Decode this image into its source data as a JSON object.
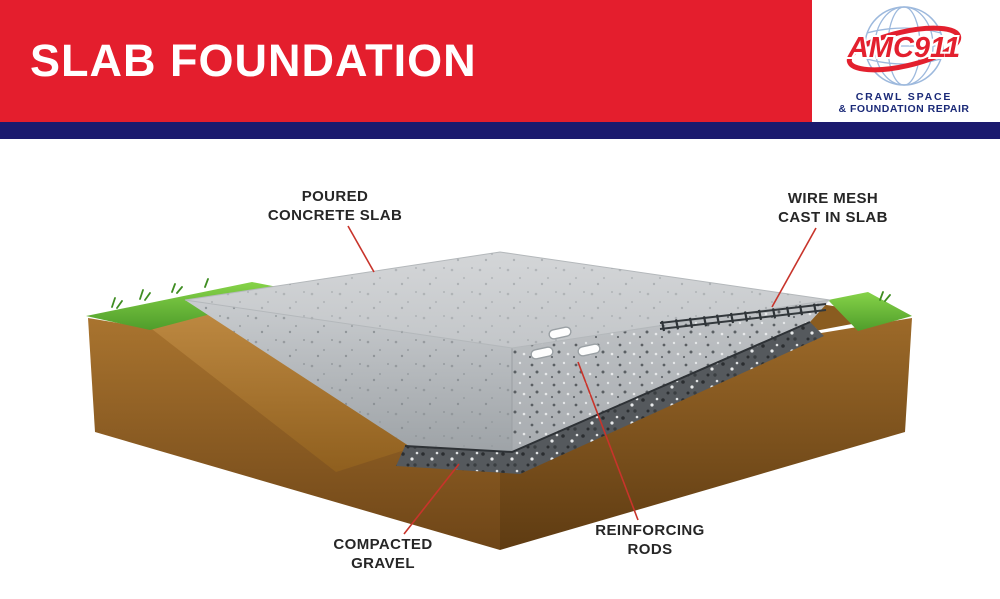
{
  "header": {
    "title": "SLAB FOUNDATION"
  },
  "logo": {
    "brand": "AMC911",
    "tagline_line1": "CRAWL SPACE",
    "tagline_line2": "& FOUNDATION REPAIR"
  },
  "labels": {
    "poured": {
      "line1": "POURED",
      "line2": "CONCRETE SLAB"
    },
    "wire_mesh": {
      "line1": "WIRE MESH",
      "line2": "CAST IN SLAB"
    },
    "gravel": {
      "line1": "COMPACTED",
      "line2": "GRAVEL"
    },
    "rods": {
      "line1": "REINFORCING",
      "line2": "RODS"
    }
  },
  "colors": {
    "banner_red": "#e41e2d",
    "divider_navy": "#1b1a6e",
    "leader_red": "#c8342b",
    "grass_green": "#6cbf3a",
    "soil_brown": "#9a6728",
    "concrete_gray": "#c6c9cb",
    "gravel_gray": "#55595d",
    "label_text": "#262626",
    "logo_red": "#e3202e",
    "logo_navy": "#1b2a78"
  }
}
